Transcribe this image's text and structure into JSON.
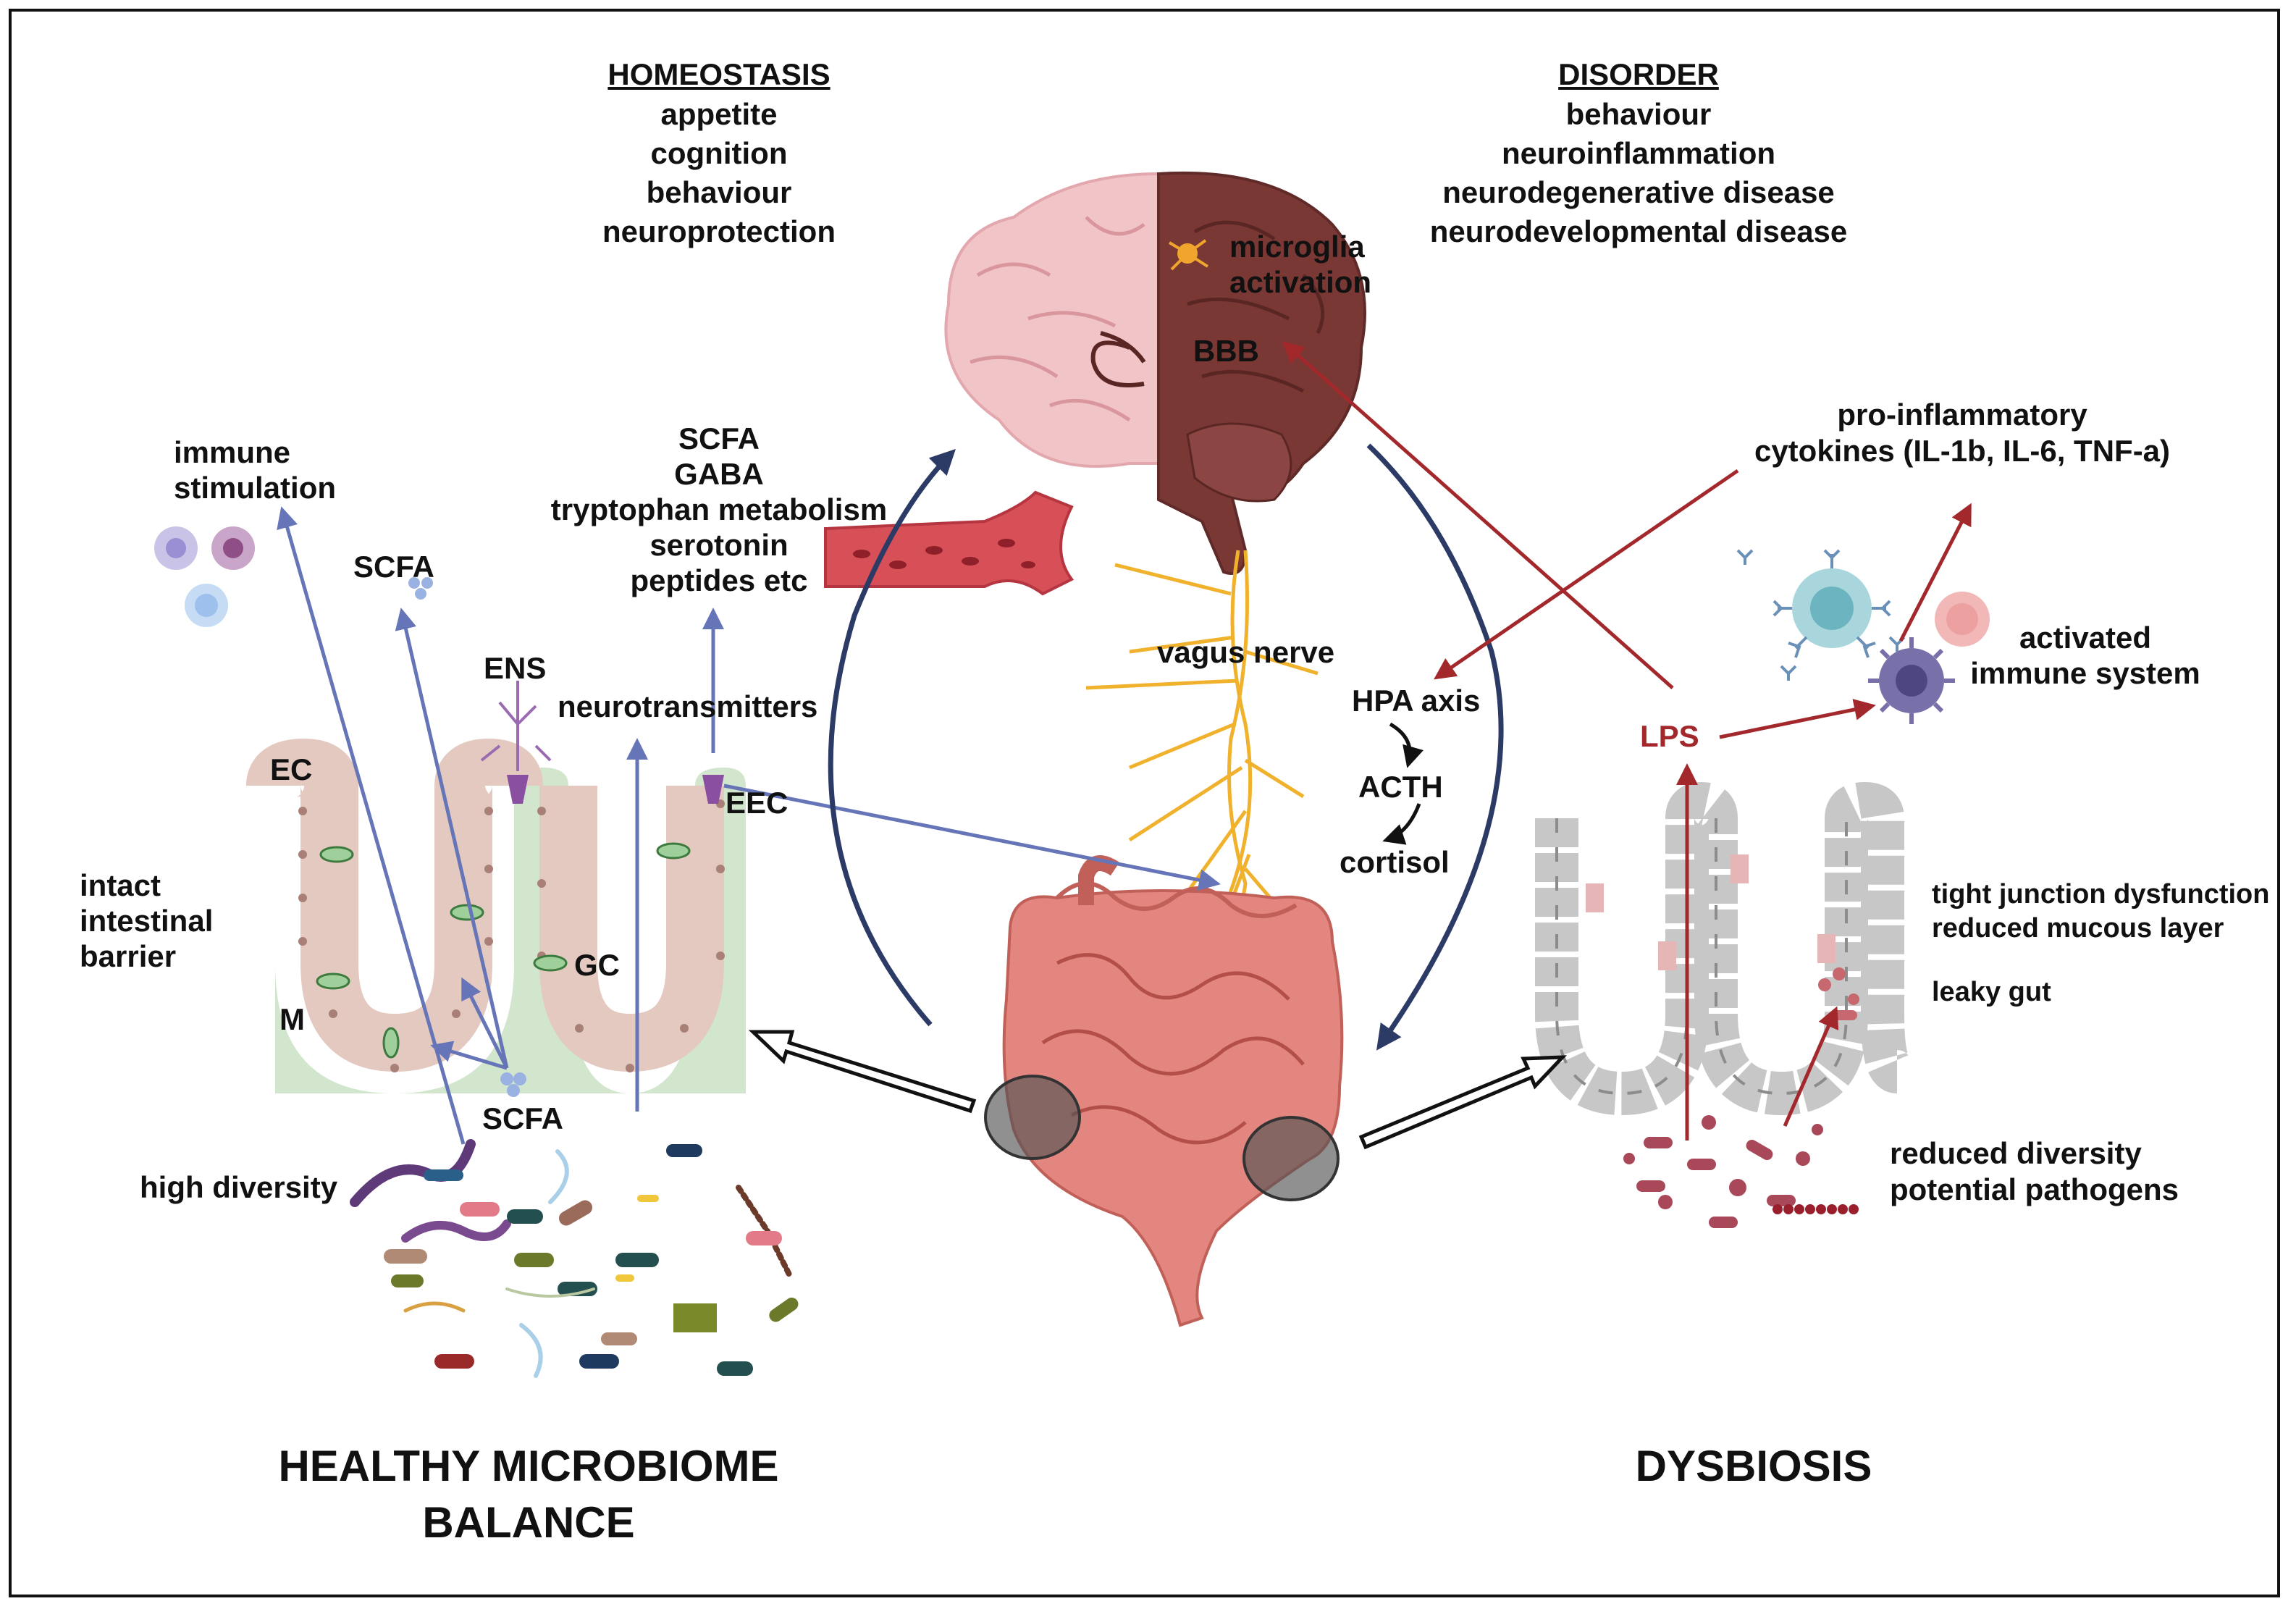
{
  "colors": {
    "blue_arrow": "#6575b8",
    "dark_blue_arrow": "#2c3a66",
    "red_arrow": "#a3282c",
    "villi_healthy": "#d2e5cd",
    "epithelium": "#e4c9c0",
    "brain_healthy": "#f1c4c8",
    "brain_disorder": "#7a3835",
    "nerve": "#f0b12c",
    "gut": "#e3867f",
    "vessel": "#d85057"
  },
  "homeostasis": {
    "heading": "HOMEOSTASIS",
    "items": [
      "appetite",
      "cognition",
      "behaviour",
      "neuroprotection"
    ]
  },
  "disorder": {
    "heading": "DISORDER",
    "items": [
      "behaviour",
      "neuroinflammation",
      "neurodegenerative disease",
      "neurodevelopmental disease"
    ]
  },
  "brain": {
    "microglia": [
      "microglia",
      "activation"
    ],
    "bbb": "BBB",
    "vagus": "vagus nerve"
  },
  "hpa": {
    "axis": "HPA axis",
    "acth": "ACTH",
    "cortisol": "cortisol"
  },
  "left": {
    "immune": [
      "immune",
      "stimulation"
    ],
    "scfa_top": "SCFA",
    "mediators": [
      "SCFA",
      "GABA",
      "tryptophan metabolism",
      "serotonin",
      "peptides etc"
    ],
    "ens": "ENS",
    "neurotransmitters": "neurotransmitters",
    "ec": "EC",
    "eec": "EEC",
    "gc": "GC",
    "m": "M",
    "barrier": [
      "intact",
      "intestinal",
      "barrier"
    ],
    "scfa_bottom": "SCFA",
    "diversity": "high diversity",
    "title": [
      "HEALTHY MICROBIOME",
      "BALANCE"
    ]
  },
  "right": {
    "cytokines": [
      "pro-inflammatory",
      "cytokines (IL-1b, IL-6, TNF-a)"
    ],
    "immune": [
      "activated",
      "immune system"
    ],
    "lps": "LPS",
    "tight": [
      "tight junction dysfunction",
      "reduced mucous layer"
    ],
    "leaky": "leaky gut",
    "diversity": [
      "reduced diversity",
      "potential pathogens"
    ],
    "title": "DYSBIOSIS"
  }
}
